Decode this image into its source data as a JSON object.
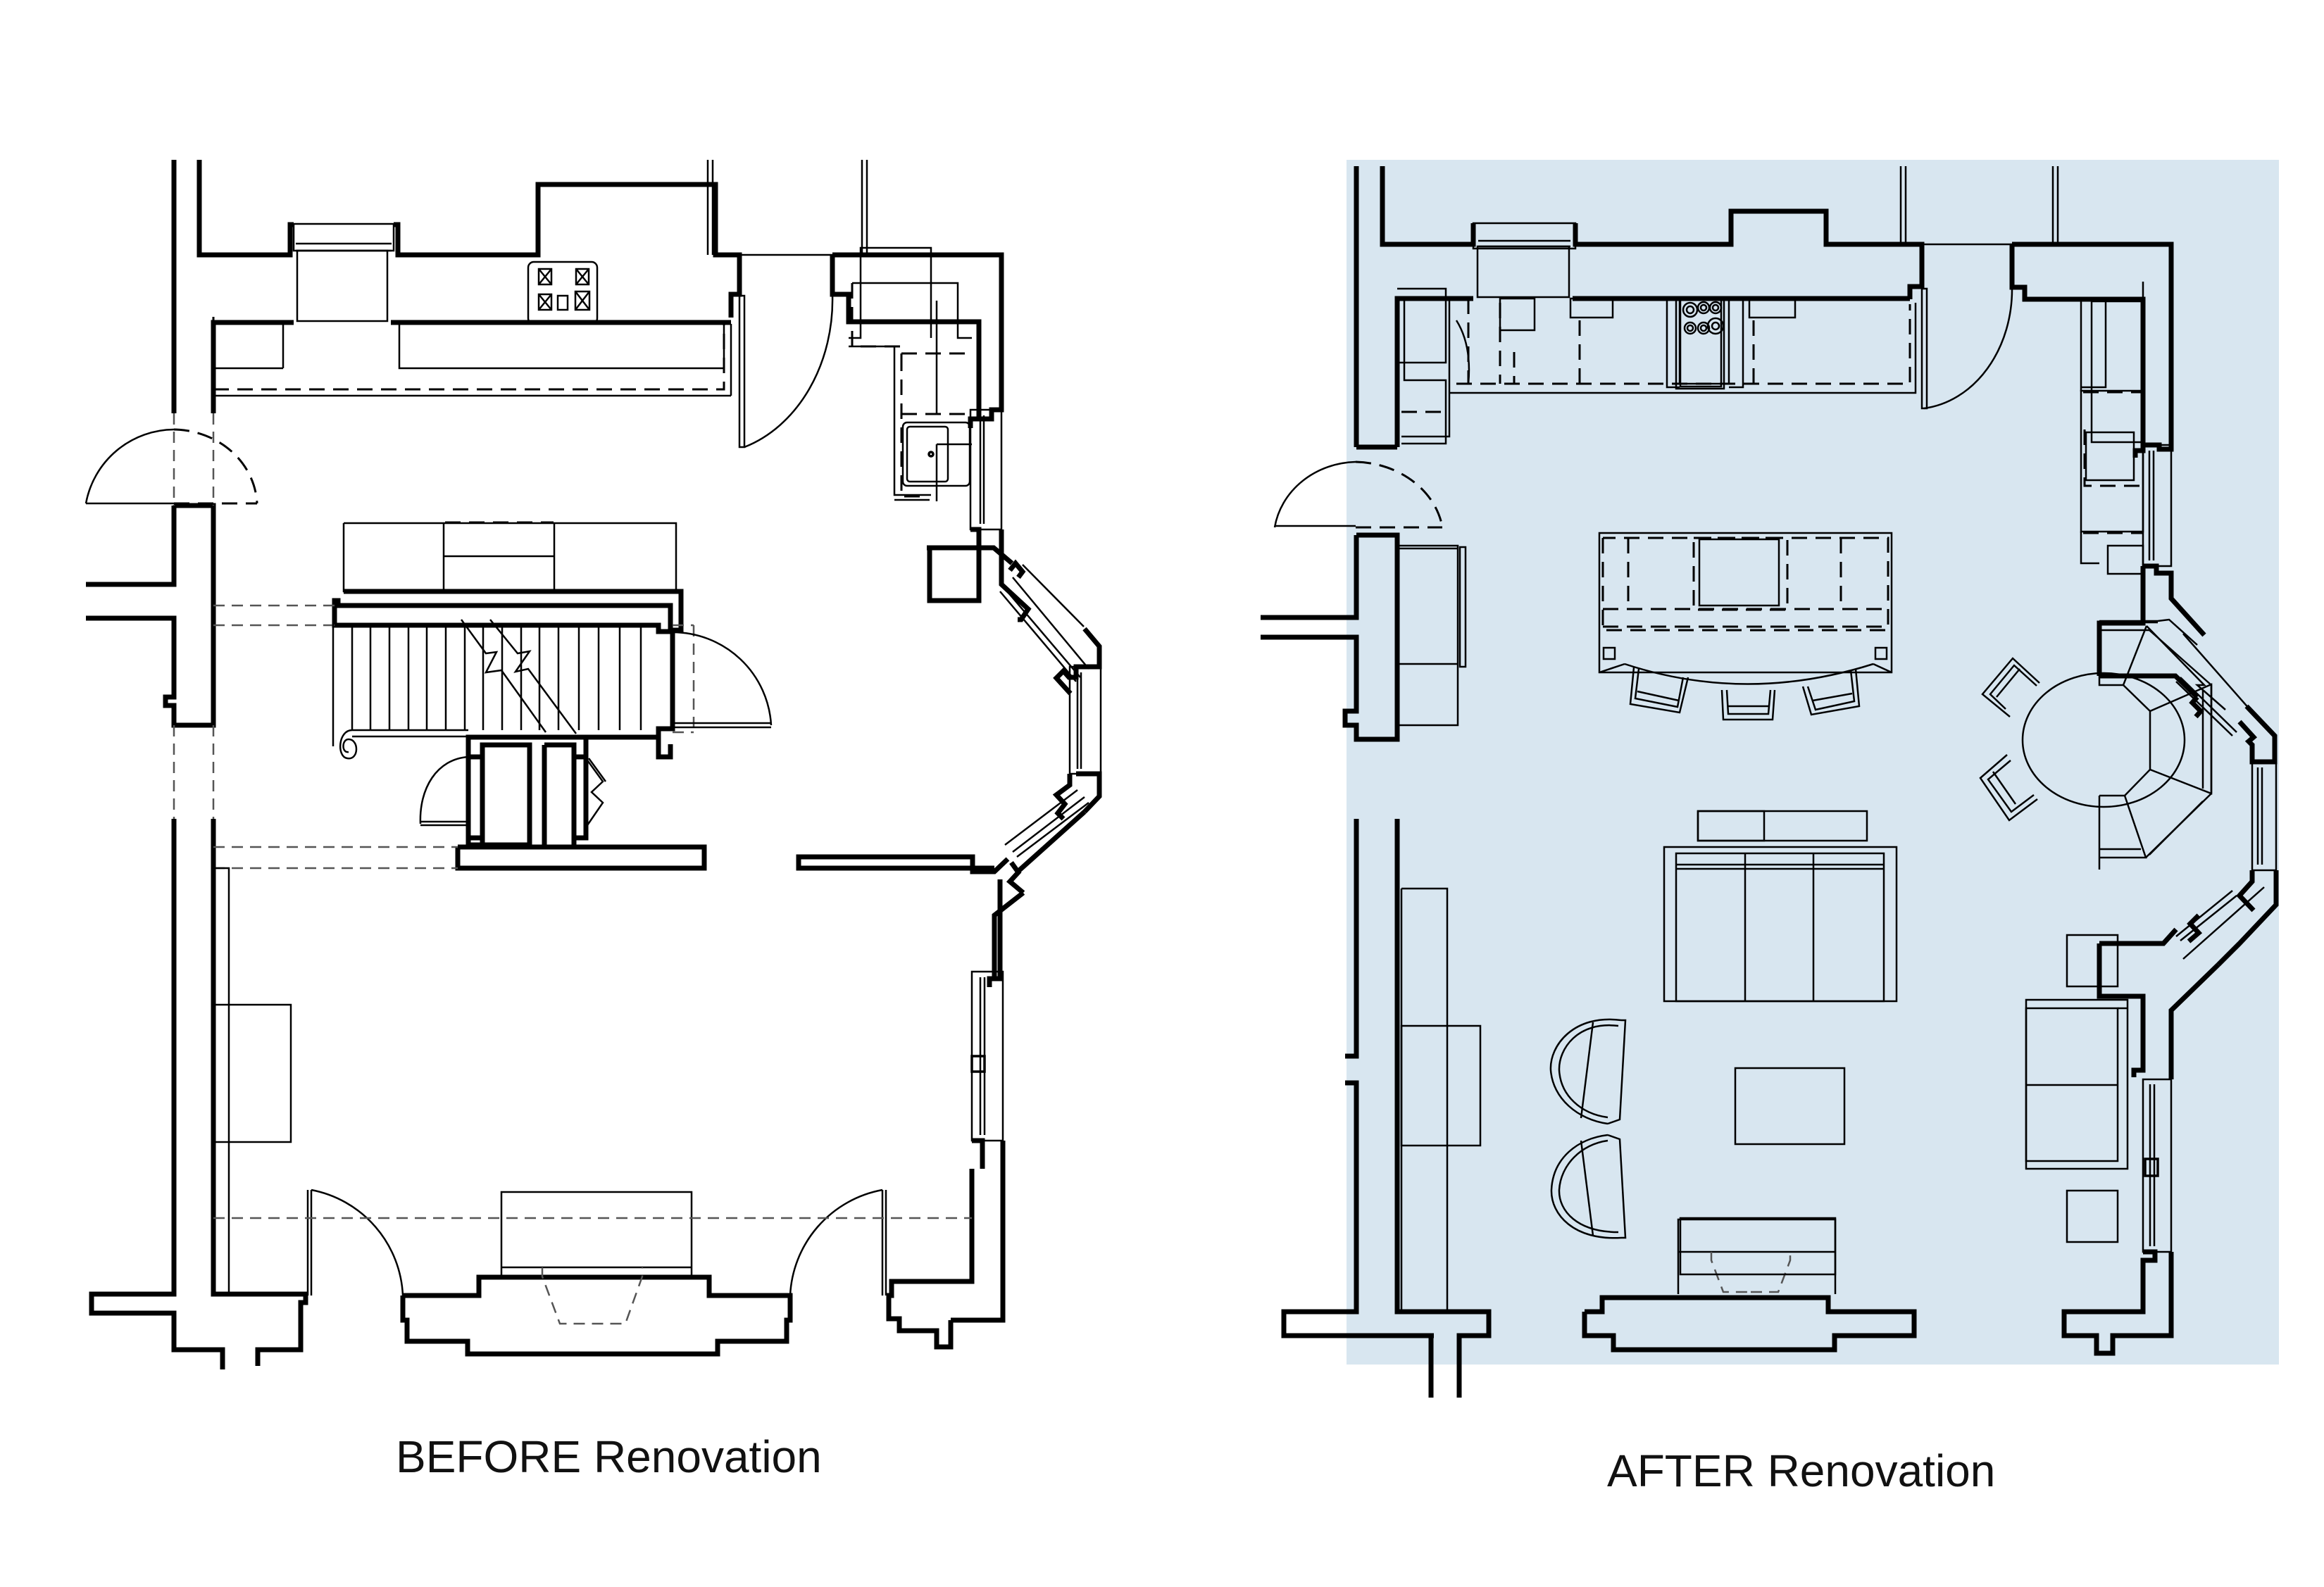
{
  "figure": {
    "type": "floor-plan-comparison",
    "panels": [
      {
        "id": "before",
        "caption": "BEFORE Renovation",
        "background": "#ffffff",
        "rooms_depicted": [
          "kitchen",
          "staircase",
          "closets",
          "living room",
          "bay window"
        ],
        "fixtures": [
          "galley counter with 4-burner cooktop",
          "corner sink counter",
          "staircase with landing",
          "two closets",
          "fireplace with hearth",
          "built-in bench",
          "two french doors"
        ]
      },
      {
        "id": "after",
        "caption": "AFTER Renovation",
        "background": "#d8e6f0",
        "rooms_depicted": [
          "open kitchen",
          "dining nook",
          "living room"
        ],
        "fixtures": [
          "L-shaped kitchen with 6-burner range",
          "island with 3 bar stools",
          "oval dining table with 2 chairs and bay banquette",
          "sofa",
          "coffee table",
          "console table",
          "2 armchairs",
          "loveseat",
          "2 side tables",
          "fireplace",
          "built-in bench",
          "fridge / pantry unit"
        ]
      }
    ]
  },
  "labels": {
    "before": "BEFORE Renovation",
    "after": "AFTER Renovation"
  },
  "colors": {
    "line": "#000000",
    "after_fill": "#d8e6f0",
    "background": "#ffffff"
  }
}
